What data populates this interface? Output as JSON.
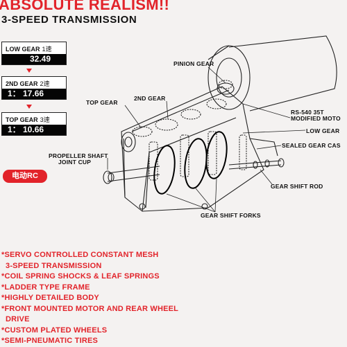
{
  "header": {
    "headline": "ABSOLUTE REALISM!!",
    "subhead": "3-SPEED TRANSMISSION"
  },
  "gears": [
    {
      "label": "LOW GEAR",
      "cjk": "1速",
      "ratio": "32.49"
    },
    {
      "label": "2ND GEAR",
      "cjk": "2速",
      "ratio": "1： 17.66"
    },
    {
      "label": "TOP GEAR",
      "cjk": "3速",
      "ratio": "1： 10.66"
    }
  ],
  "badge": "电动RC",
  "callouts": {
    "pinion": "PINION GEAR",
    "second": "2ND GEAR",
    "top": "TOP GEAR",
    "motor1": "RS-540 35T",
    "motor2": "MODIFIED MOTO",
    "low": "LOW GEAR",
    "sealed": "SEALED GEAR CAS",
    "shaft1": "PROPELLER SHAFT",
    "shaft2": "JOINT CUP",
    "rod": "GEAR SHIFT ROD",
    "forks": "GEAR SHIFT FORKS"
  },
  "features": [
    "*SERVO CONTROLLED CONSTANT MESH",
    "3-SPEED TRANSMISSION",
    "*COIL SPRING SHOCKS & LEAF SPRINGS",
    "*LADDER TYPE FRAME",
    "*HIGHLY DETAILED BODY",
    "*FRONT MOUNTED MOTOR AND REAR WHEEL",
    "DRIVE",
    "*CUSTOM PLATED WHEELS",
    "*SEMI-PNEUMATIC TIRES"
  ],
  "colors": {
    "accent": "#e2232a",
    "ink": "#111111",
    "paper": "#f4f2f1"
  }
}
